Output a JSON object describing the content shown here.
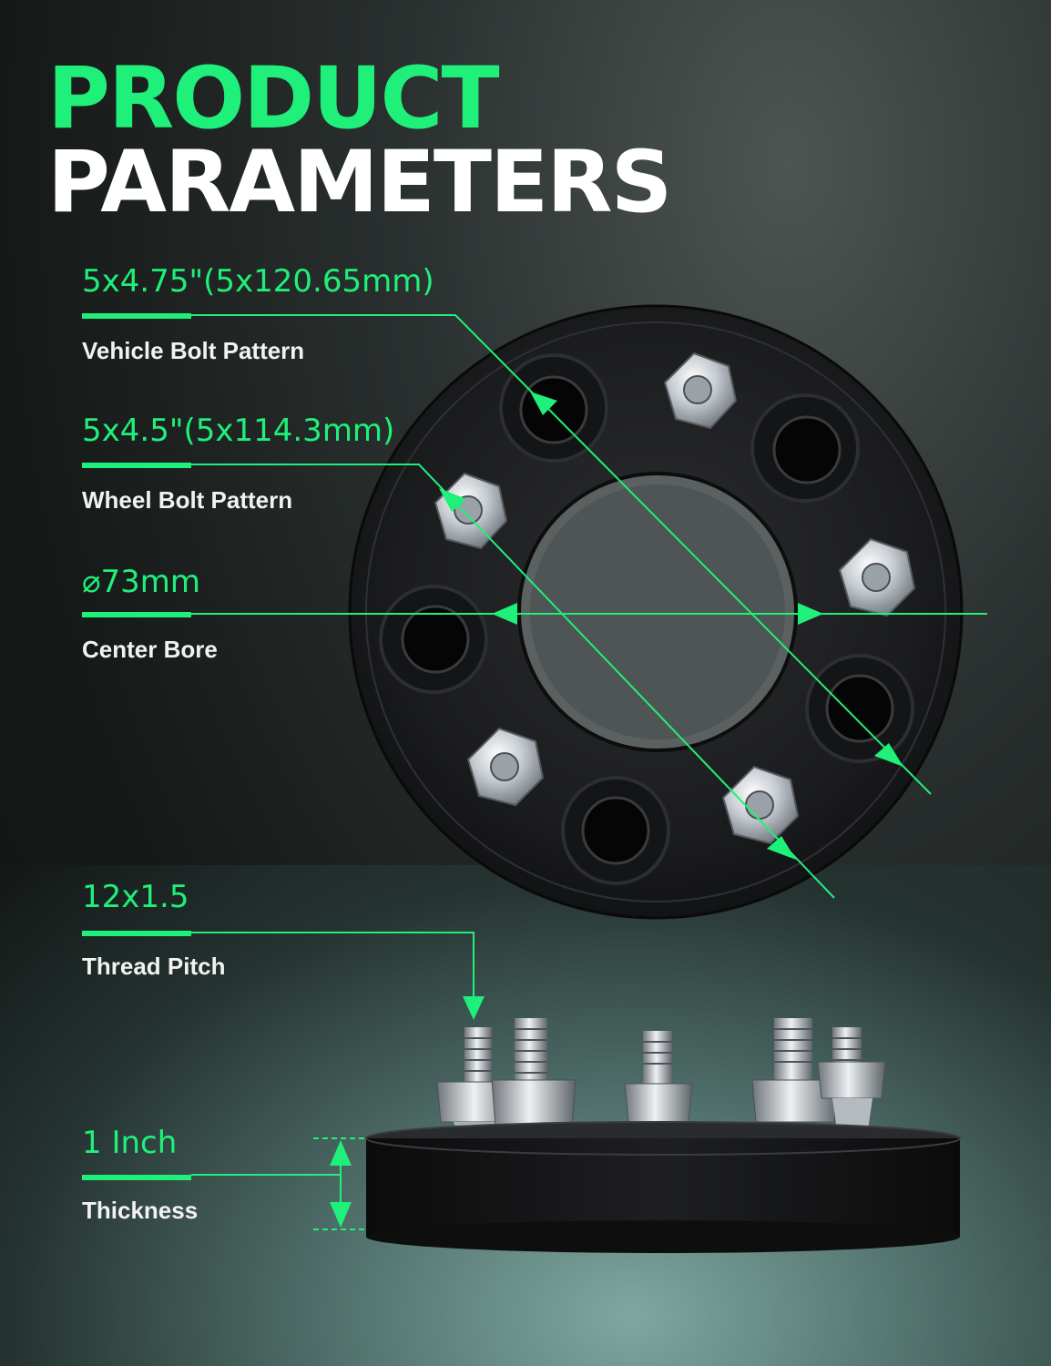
{
  "heading": {
    "line1": "PRODUCT",
    "line2": "PARAMETERS"
  },
  "parameters": [
    {
      "value": "5x4.75\"(5x120.65mm)",
      "label": "Vehicle Bolt Pattern"
    },
    {
      "value": "5x4.5\"(5x114.3mm)",
      "label": "Wheel Bolt Pattern"
    },
    {
      "value": "⌀73mm",
      "label": "Center Bore"
    },
    {
      "value": "12x1.5",
      "label": "Thread Pitch"
    },
    {
      "value": "1 Inch",
      "label": "Thickness"
    }
  ],
  "colors": {
    "accent": "#1ff07a",
    "spacer": "#1b1c1e",
    "text": "#f2f2f2"
  }
}
